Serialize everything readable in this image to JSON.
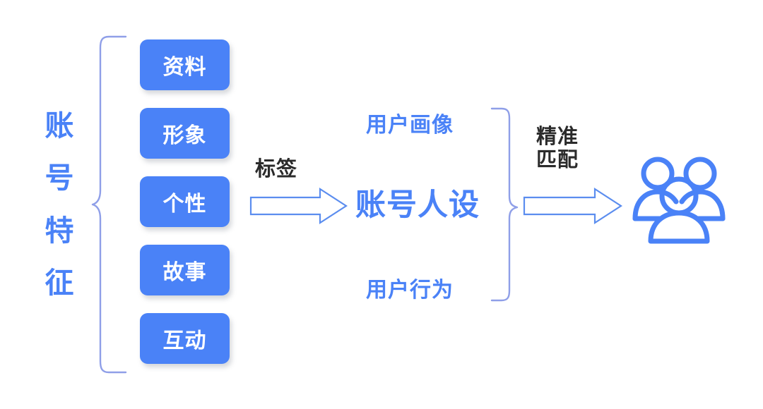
{
  "diagram": {
    "title_vertical": "账号特征",
    "features": [
      {
        "label": "资料"
      },
      {
        "label": "形象"
      },
      {
        "label": "个性"
      },
      {
        "label": "故事"
      },
      {
        "label": "互动"
      }
    ],
    "arrow1_label": "标签",
    "persona": {
      "top": "用户画像",
      "main": "账号人设",
      "bottom": "用户行为"
    },
    "arrow2_label": "精准\n匹配",
    "audience_icon": "group-of-people-icon",
    "colors": {
      "blue": "#4A82F7",
      "brace": "#8F9FE8",
      "arrow_stroke": "#5B8DEF",
      "dark_text": "#2b2b2b",
      "box_text": "#ffffff",
      "background": "#ffffff"
    }
  }
}
